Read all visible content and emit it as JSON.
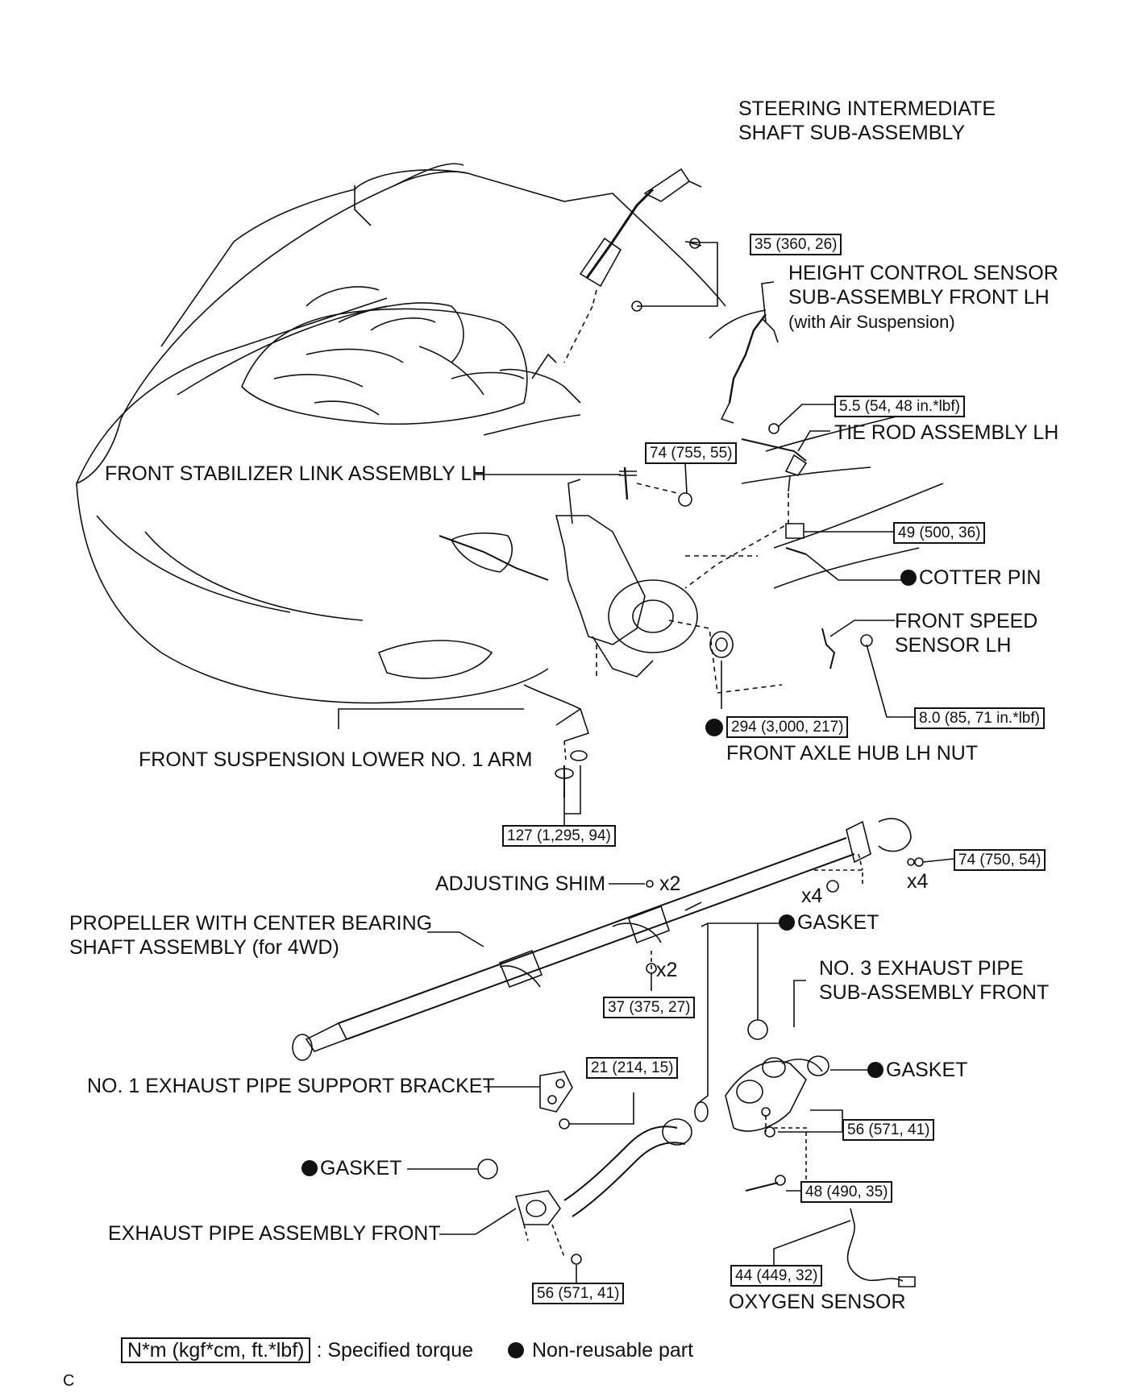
{
  "labels": {
    "steering_shaft_line1": "STEERING INTERMEDIATE",
    "steering_shaft_line2": "SHAFT SUB-ASSEMBLY",
    "height_sensor_line1": "HEIGHT CONTROL SENSOR",
    "height_sensor_line2": "SUB-ASSEMBLY FRONT  LH",
    "height_sensor_line3": "(with Air Suspension)",
    "tie_rod": "TIE ROD ASSEMBLY LH",
    "stabilizer_link": "FRONT STABILIZER LINK ASSEMBLY LH",
    "cotter_pin": "COTTER PIN",
    "speed_sensor_line1": "FRONT SPEED",
    "speed_sensor_line2": "SENSOR LH",
    "axle_hub_nut": "FRONT AXLE HUB LH NUT",
    "lower_arm": "FRONT SUSPENSION LOWER NO. 1 ARM",
    "adjusting_shim": "ADJUSTING SHIM",
    "propeller_line1": "PROPELLER WITH CENTER BEARING",
    "propeller_line2": "SHAFT ASSEMBLY (for 4WD)",
    "gasket_top": "GASKET",
    "no3_exhaust_line1": "NO. 3 EXHAUST PIPE",
    "no3_exhaust_line2": "SUB-ASSEMBLY FRONT",
    "gasket_right": "GASKET",
    "support_bracket": "NO. 1 EXHAUST PIPE SUPPORT BRACKET",
    "gasket_left": "GASKET",
    "exhaust_front": "EXHAUST PIPE ASSEMBLY FRONT",
    "oxygen_sensor": "OXYGEN SENSOR",
    "x2_shim": "x2",
    "x4_left": "x4",
    "x4_right": "x4",
    "x2_bolt": "x2"
  },
  "torques": {
    "steering": "35 (360, 26)",
    "height_sensor": "5.5 (54, 48 in.*lbf)",
    "stabilizer": "74 (755, 55)",
    "tie_rod_nut": "49 (500, 36)",
    "speed_sensor": "8.0 (85, 71 in.*lbf)",
    "hub_nut": "294 (3,000, 217)",
    "lower_arm": "127 (1,295, 94)",
    "propeller_flange": "74 (750, 54)",
    "center_bearing": "37 (375, 27)",
    "support_bracket": "21 (214, 15)",
    "no3_exhaust": "56 (571, 41)",
    "exhaust_bolt": "48 (490, 35)",
    "oxygen_sensor": "44 (449, 32)",
    "exhaust_front": "56 (571, 41)"
  },
  "legend": {
    "torque_unit": "N*m (kgf*cm, ft.*lbf)",
    "torque_text": ": Specified torque",
    "nonreusable_text": "Non-reusable part",
    "corner_mark": "C"
  }
}
